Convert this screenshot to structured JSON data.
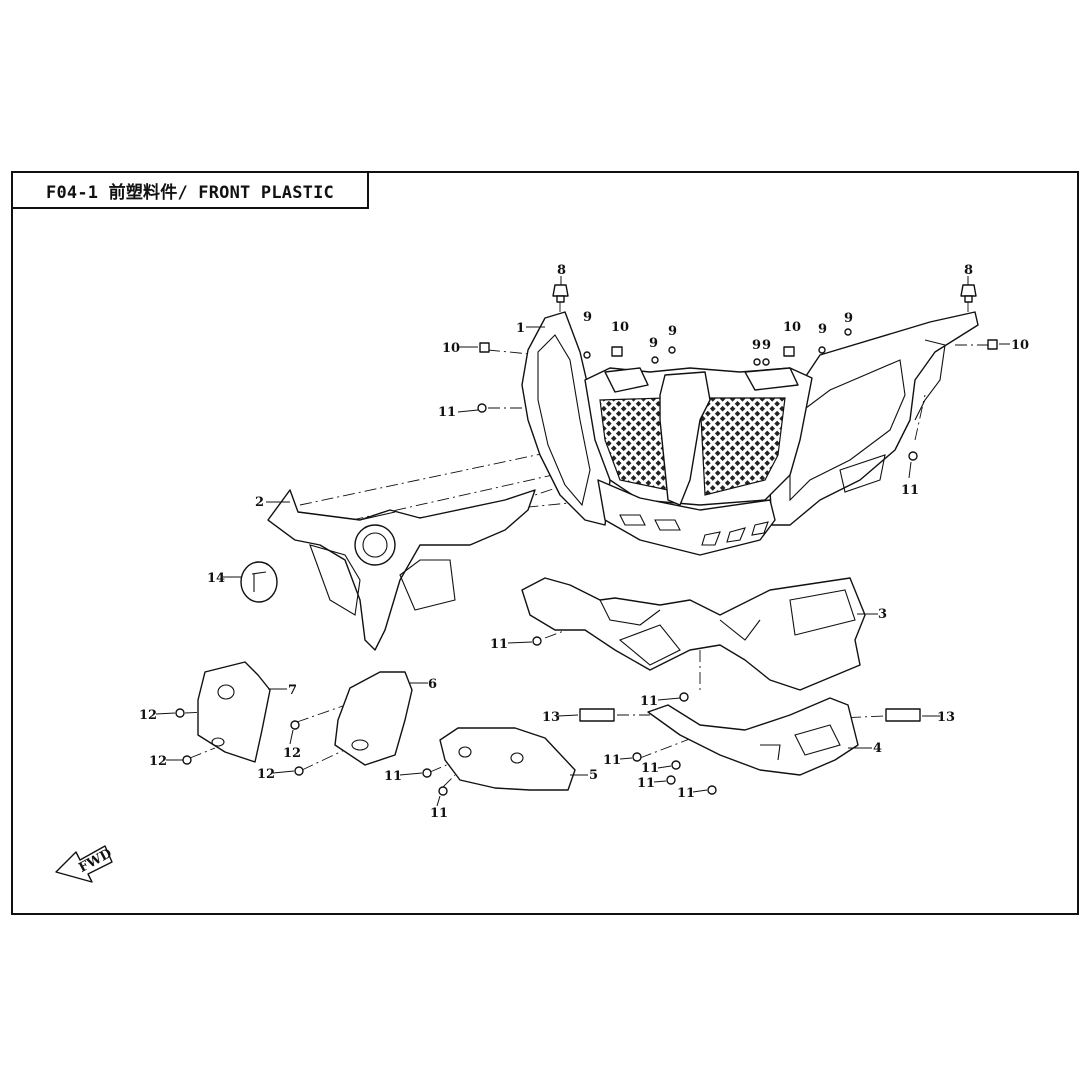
{
  "title": "F04-1 前塑料件/ FRONT PLASTIC",
  "fwd_label": "FWD",
  "callouts": [
    {
      "label": "1"
    },
    {
      "label": "2"
    },
    {
      "label": "3"
    },
    {
      "label": "4"
    },
    {
      "label": "5"
    },
    {
      "label": "6"
    },
    {
      "label": "7"
    },
    {
      "label": "8"
    },
    {
      "label": "8"
    },
    {
      "label": "9"
    },
    {
      "label": "9"
    },
    {
      "label": "9"
    },
    {
      "label": "9"
    },
    {
      "label": "9"
    },
    {
      "label": "9"
    },
    {
      "label": "9"
    },
    {
      "label": "10"
    },
    {
      "label": "10"
    },
    {
      "label": "10"
    },
    {
      "label": "10"
    },
    {
      "label": "11"
    },
    {
      "label": "11"
    },
    {
      "label": "11"
    },
    {
      "label": "11"
    },
    {
      "label": "11"
    },
    {
      "label": "11"
    },
    {
      "label": "11"
    },
    {
      "label": "11"
    },
    {
      "label": "11"
    },
    {
      "label": "11"
    },
    {
      "label": "12"
    },
    {
      "label": "12"
    },
    {
      "label": "12"
    },
    {
      "label": "12"
    },
    {
      "label": "13"
    },
    {
      "label": "13"
    },
    {
      "label": "14"
    }
  ]
}
